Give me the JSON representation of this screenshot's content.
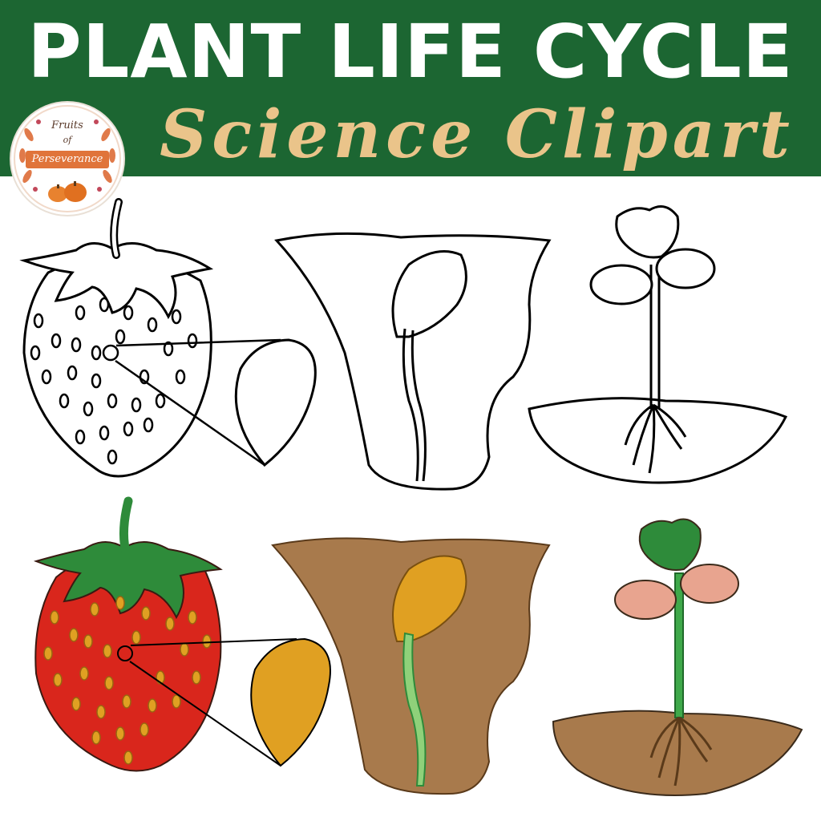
{
  "header": {
    "title": "PLANT LIFE CYCLE",
    "subtitle": "Science Clipart"
  },
  "logo": {
    "top_text": "Fruits",
    "middle_text": "of",
    "main_text": "Perseverance"
  },
  "colors": {
    "banner_green": "#1c6632",
    "subtitle_tan": "#eac48a",
    "strawberry_red": "#d9261c",
    "leaf_green": "#2e8b3a",
    "seed_gold": "#e0a022",
    "soil_brown": "#a87a4c",
    "cotyledon_pink": "#e8a48f",
    "outline": "#000000"
  }
}
